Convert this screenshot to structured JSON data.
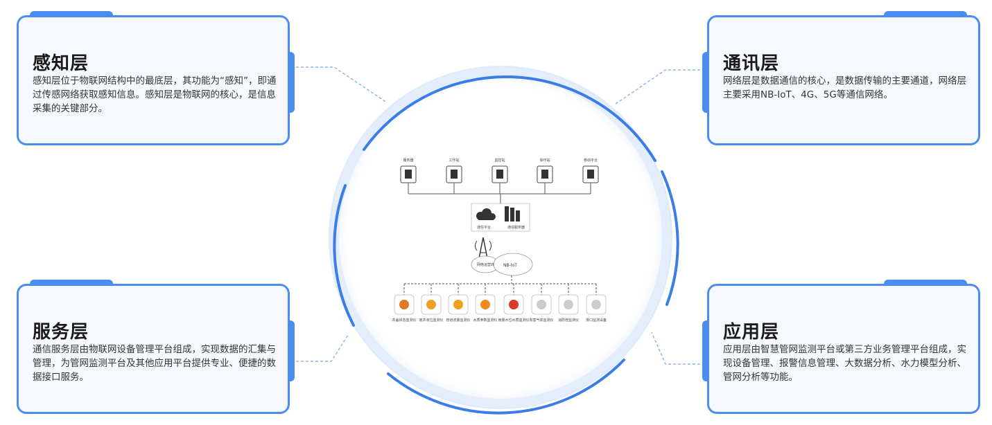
{
  "cards": {
    "perception": {
      "title": "感知层",
      "description": "感知层位于物联网结构中的最底层，其功能为“感知”，即通过传感网络获取感知信息。感知层是物联网的核心，是信息采集的关键部分。"
    },
    "communication": {
      "title": "通讯层",
      "description": "网络层是数据通信的核心，是数据传输的主要通道，网络层主要采用NB-IoT、4G、5G等通信网络。"
    },
    "service": {
      "title": "服务层",
      "description": "通信服务层由物联网设备管理平台组成，实现数据的汇集与管理，为管网监测平台及其他应用平台提供专业、便捷的数据接口服务。"
    },
    "application": {
      "title": "应用层",
      "description": "应用层由智慧管网监测平台或第三方业务管理平台组成，实现设备管理、报警信息管理、大数据分析、水力模型分析、管网分析等功能。"
    }
  },
  "diagram": {
    "top_nodes": [
      "服务器",
      "工作站",
      "监控站",
      "操作站",
      "移动平台"
    ],
    "platform_labels": [
      "通信平台",
      "通信服务器"
    ],
    "tower_label": "网络运营商",
    "cloud_label": "NB-IoT",
    "devices": [
      "井盖状态监测仪",
      "窨井液位监测仪",
      "管道流量监测仪",
      "水质参数监测仪",
      "雨量水位水质监测仪",
      "有害气体监测仪",
      "消防栓监测仪",
      "排口监测设备"
    ]
  },
  "colors": {
    "accent": "#4a8cf0",
    "card_bg": "#f5f8fd",
    "ring": "#3b7de8"
  }
}
